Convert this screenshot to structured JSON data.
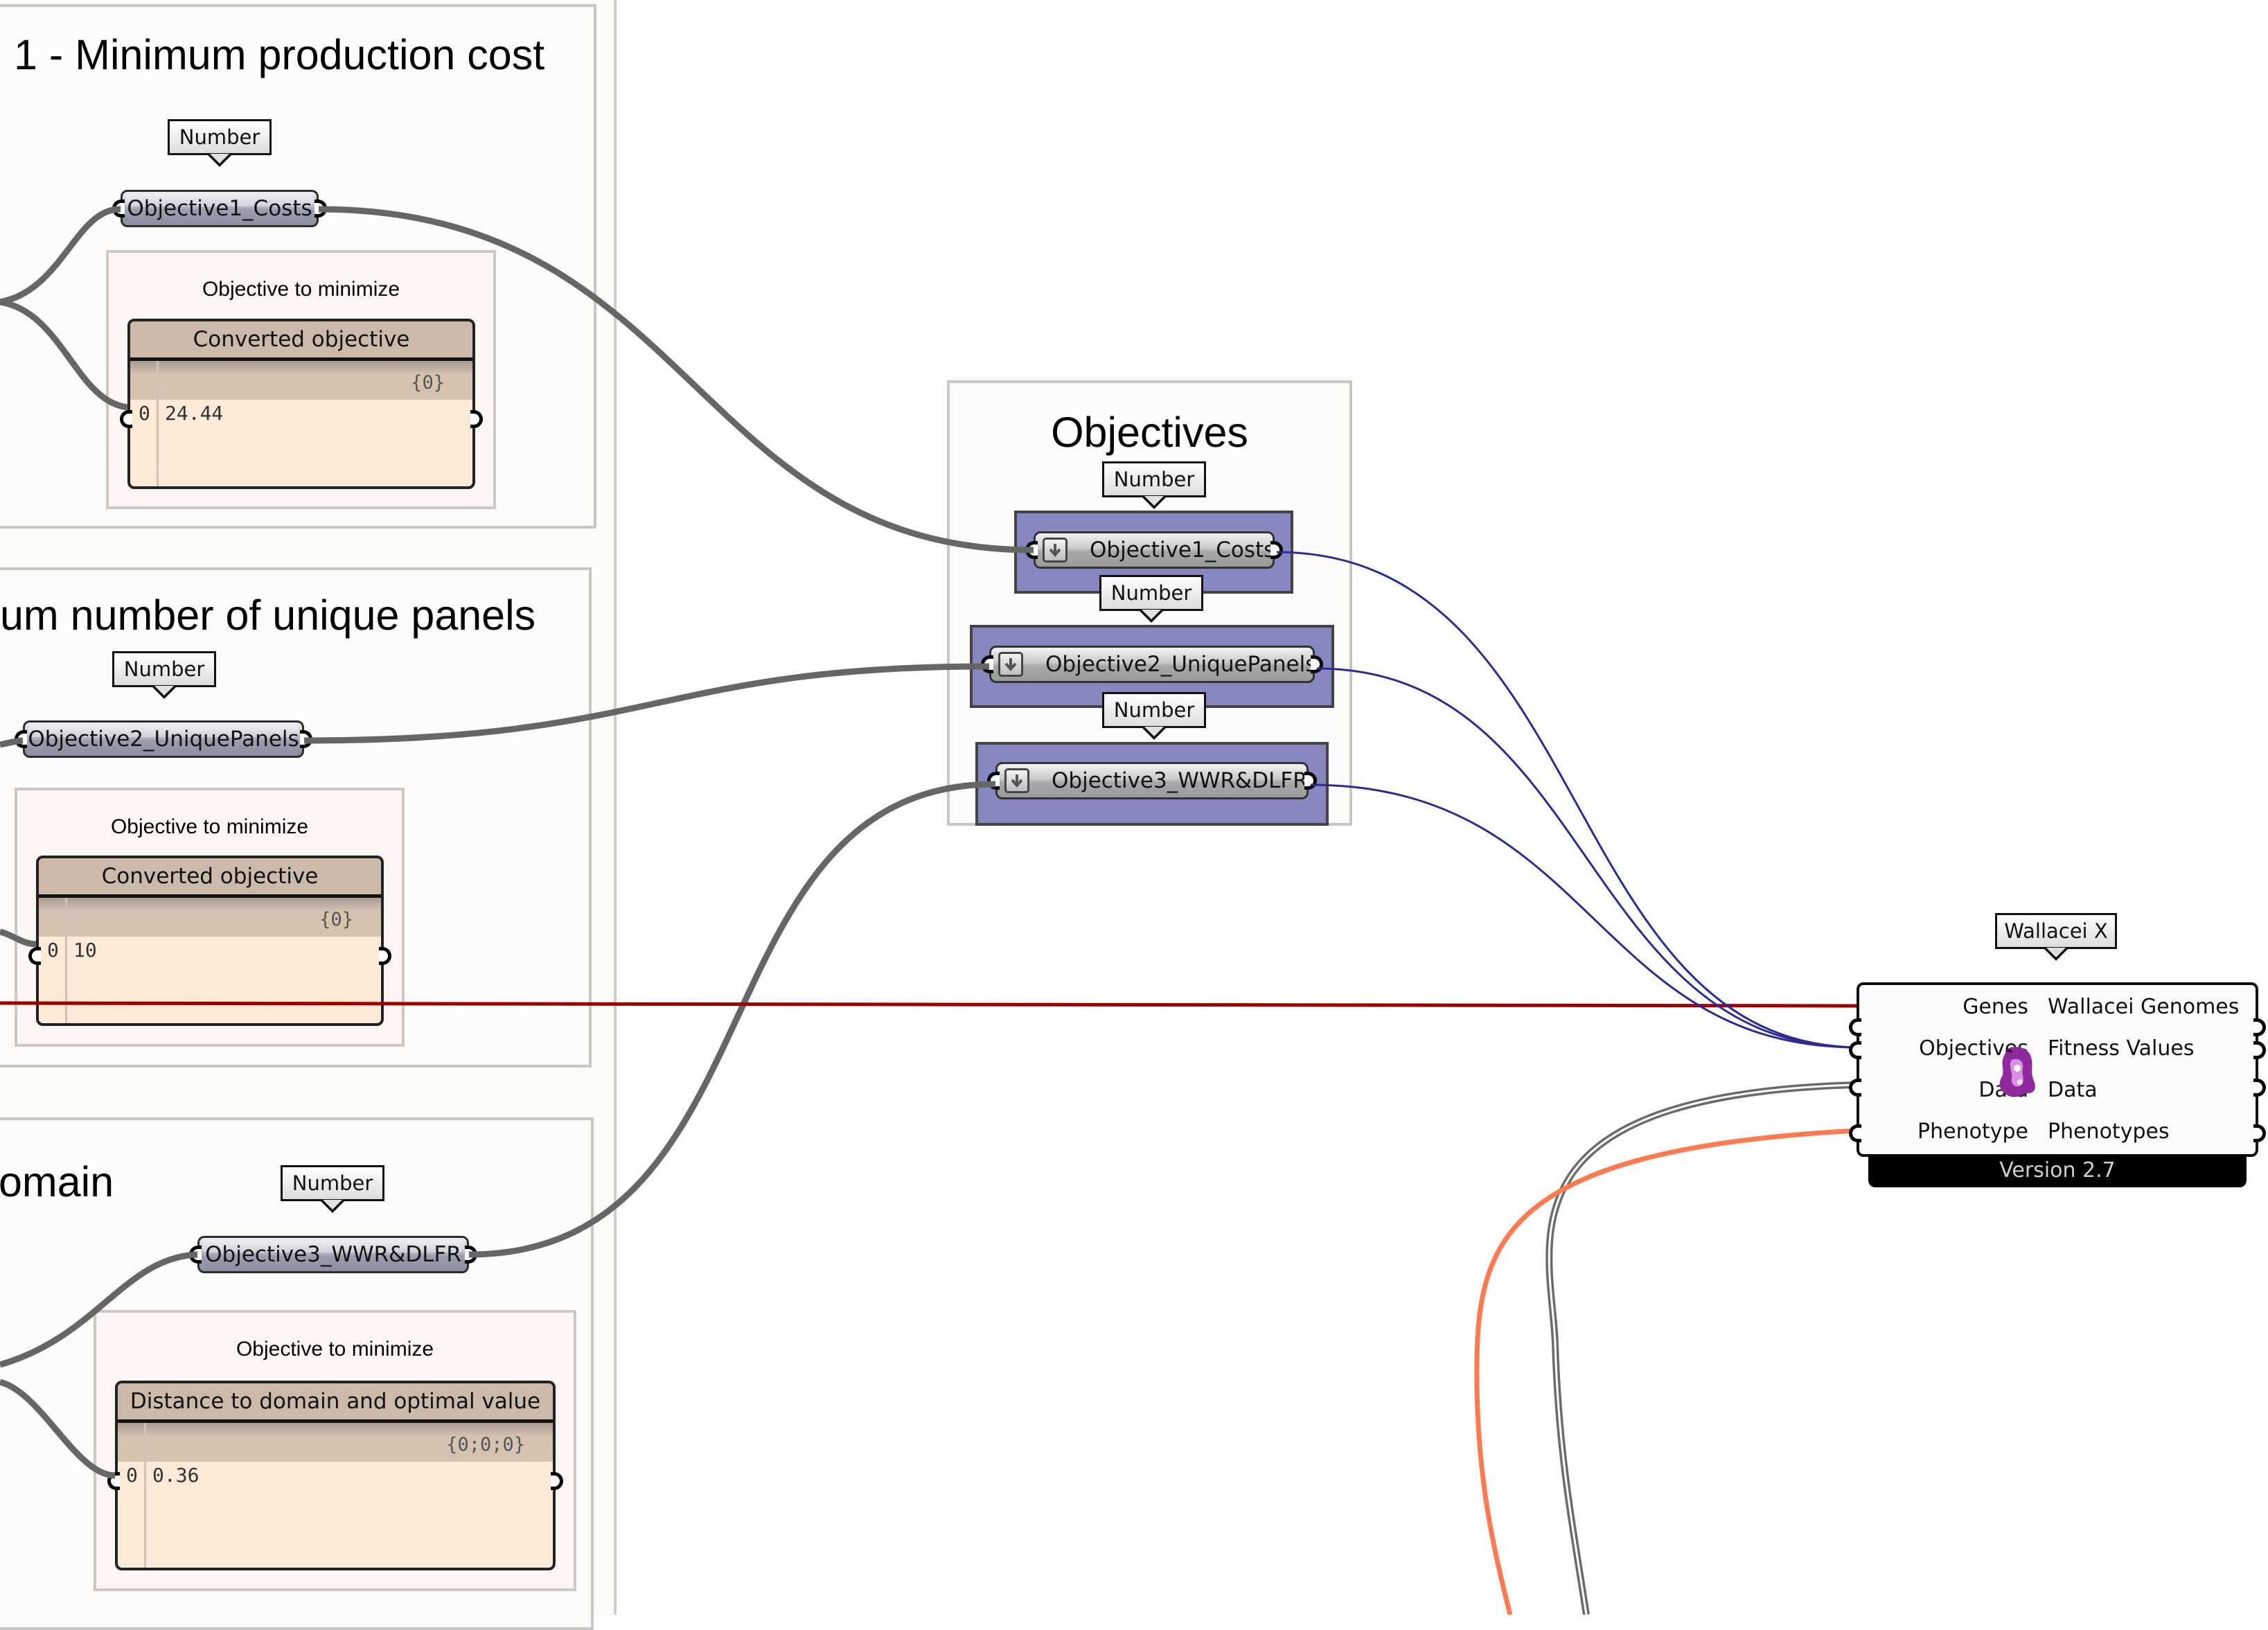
{
  "canvas": {
    "app": "Grasshopper canvas",
    "wire_colors": {
      "default": "#666666",
      "selected_blue": "#2b2b91",
      "genes_red": "#9c0000",
      "phenotype_orange": "#ff7a50"
    }
  },
  "groups": [
    {
      "title": "1 - Minimum production cost",
      "param_tag": "Number",
      "param_name": "Objective1_Costs",
      "subgroup_title": "Objective to minimize",
      "panel": {
        "header": "Converted objective",
        "path": "{0}",
        "rows": [
          {
            "index": "0",
            "value": "24.44"
          }
        ]
      }
    },
    {
      "title": "um number of unique panels",
      "param_tag": "Number",
      "param_name": "Objective2_UniquePanels",
      "subgroup_title": "Objective to minimize",
      "panel": {
        "header": "Converted objective",
        "path": "{0}",
        "rows": [
          {
            "index": "0",
            "value": "10"
          }
        ]
      }
    },
    {
      "title": "omain",
      "param_tag": "Number",
      "param_name": "Objective3_WWR&DLFR",
      "subgroup_title": "Objective to minimize",
      "panel": {
        "header": "Distance to domain and optimal value",
        "path": "{0;0;0}",
        "rows": [
          {
            "index": "0",
            "value": "0.36"
          }
        ]
      }
    }
  ],
  "objectives_group": {
    "title": "Objectives",
    "color": "#8787c0",
    "params": [
      {
        "tag": "Number",
        "name": "Objective1_Costs",
        "icon": "download-arrow-icon"
      },
      {
        "tag": "Number",
        "name": "Objective2_UniquePanels",
        "icon": "download-arrow-icon"
      },
      {
        "tag": "Number",
        "name": "Objective3_WWR&DLFR",
        "icon": "download-arrow-icon"
      }
    ]
  },
  "wallacei": {
    "tag": "Wallacei X",
    "inputs": [
      "Genes",
      "Objectives",
      "Data",
      "Phenotype"
    ],
    "outputs": [
      "Wallacei Genomes",
      "Fitness Values",
      "Data",
      "Phenotypes"
    ],
    "version": "Version 2.7",
    "icon": "wallacei-logo-icon"
  }
}
